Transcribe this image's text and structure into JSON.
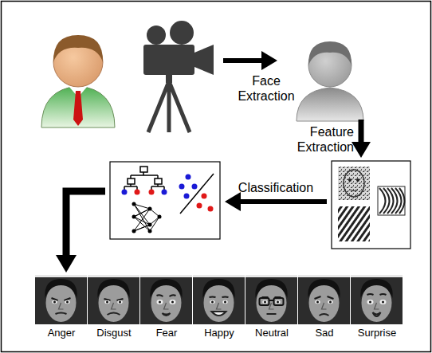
{
  "diagram": {
    "nodes": [
      {
        "text": [
          "Anger"
        ]
      },
      {
        "text": [
          "Disgust"
        ]
      },
      {
        "text": [
          "Fear"
        ]
      },
      {
        "text": [
          "Happy"
        ]
      },
      {
        "text": [
          "Neutral"
        ]
      },
      {
        "text": [
          "Sad"
        ]
      },
      {
        "text": [
          "Surprise"
        ]
      }
    ],
    "labels": [
      "Face Extraction",
      "Feature Extraction",
      "Classification"
    ]
  }
}
